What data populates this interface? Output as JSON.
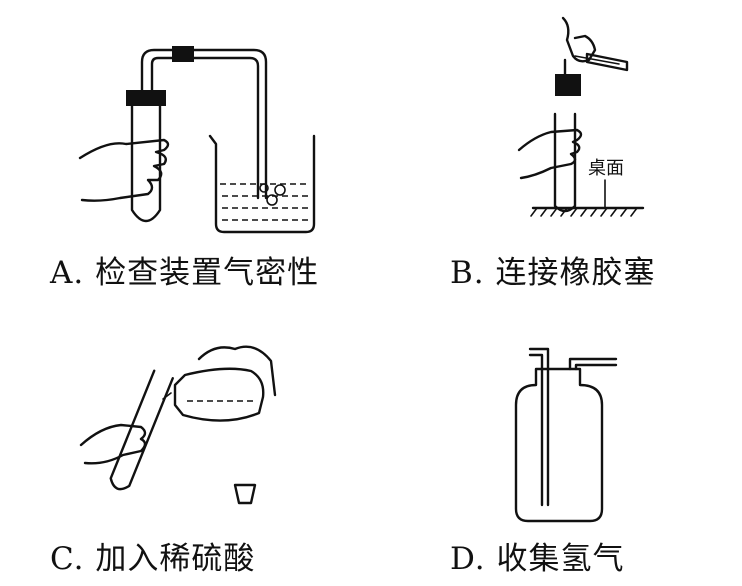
{
  "captions": {
    "a": "A. 检查装置气密性",
    "b": "B. 连接橡胶塞",
    "c": "C. 加入稀硫酸",
    "d": "D. 收集氢气"
  },
  "labels": {
    "desk": "桌面"
  }
}
